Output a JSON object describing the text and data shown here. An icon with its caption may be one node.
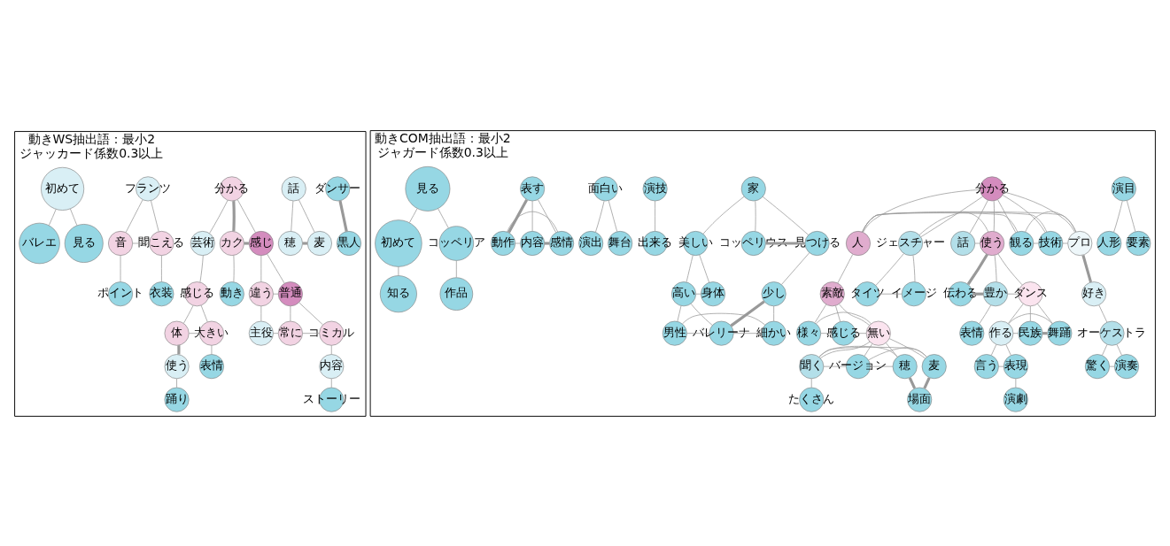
{
  "diagram": {
    "nodes": [
      {
        "text": [
          "動きWS抽出語：最小2",
          "ジャッカード係数0.3以上"
        ]
      },
      {
        "text": [
          "動きCOM抽出語：最小2",
          "ジャガード係数0.3以上"
        ]
      },
      {
        "text": [
          "使う"
        ],
        "in": 0
      },
      {
        "text": [
          "踊り"
        ],
        "in": 0
      },
      {
        "text": [
          "体"
        ],
        "in": 0
      },
      {
        "text": [
          "感じる"
        ],
        "in": 0
      },
      {
        "text": [
          "芸術"
        ],
        "in": 0
      },
      {
        "text": [
          "大きい"
        ],
        "in": 0
      },
      {
        "text": [
          "表情"
        ],
        "in": 0
      },
      {
        "text": [
          "ダンサー"
        ],
        "in": 0
      },
      {
        "text": [
          "黒人"
        ],
        "in": 0
      },
      {
        "text": [
          "話"
        ],
        "in": 0
      },
      {
        "text": [
          "穂"
        ],
        "in": 0
      },
      {
        "text": [
          "麦"
        ],
        "in": 0
      },
      {
        "text": [
          "動き"
        ],
        "in": 0
      },
      {
        "text": [
          "分かる"
        ],
        "in": 0
      },
      {
        "text": [
          "カク"
        ],
        "in": 0
      },
      {
        "text": [
          "感じ"
        ],
        "in": 0
      },
      {
        "text": [
          "違う"
        ],
        "in": 0
      },
      {
        "text": [
          "普通"
        ],
        "in": 0
      },
      {
        "text": [
          "主役"
        ],
        "in": 0
      },
      {
        "text": [
          "常に"
        ],
        "in": 0
      },
      {
        "text": [
          "コミカル"
        ],
        "in": 0
      },
      {
        "text": [
          "内容"
        ],
        "in": 0
      },
      {
        "text": [
          "ストーリー"
        ],
        "in": 0
      },
      {
        "text": [
          "フランツ"
        ],
        "in": 0
      },
      {
        "text": [
          "音"
        ],
        "in": 0
      },
      {
        "text": [
          "聞こえる"
        ],
        "in": 0
      },
      {
        "text": [
          "衣装"
        ],
        "in": 0
      },
      {
        "text": [
          "ポイント"
        ],
        "in": 0
      },
      {
        "text": [
          "バレエ"
        ],
        "in": 0
      },
      {
        "text": [
          "初めて"
        ],
        "in": 0
      },
      {
        "text": [
          "見る"
        ],
        "in": 0
      },
      {
        "text": [
          "人形"
        ],
        "in": 1
      },
      {
        "text": [
          "演目"
        ],
        "in": 1
      },
      {
        "text": [
          "要素"
        ],
        "in": 1
      },
      {
        "text": [
          "タイツ"
        ],
        "in": 1
      },
      {
        "text": [
          "イメージ"
        ],
        "in": 1
      },
      {
        "text": [
          "ジェスチャー"
        ],
        "in": 1
      },
      {
        "text": [
          "話"
        ],
        "in": 1
      },
      {
        "text": [
          "表情"
        ],
        "in": 1
      },
      {
        "text": [
          "伝わる"
        ],
        "in": 1
      },
      {
        "text": [
          "豊か"
        ],
        "in": 1
      },
      {
        "text": [
          "使う"
        ],
        "in": 1
      },
      {
        "text": [
          "分かる"
        ],
        "in": 1
      },
      {
        "text": [
          "観る"
        ],
        "in": 1
      },
      {
        "text": [
          "技術"
        ],
        "in": 1
      },
      {
        "text": [
          "プロ"
        ],
        "in": 1
      },
      {
        "text": [
          "驚く"
        ],
        "in": 1
      },
      {
        "text": [
          "オーケストラ"
        ],
        "in": 1
      },
      {
        "text": [
          "好き"
        ],
        "in": 1
      },
      {
        "text": [
          "演奏"
        ],
        "in": 1
      },
      {
        "text": [
          "人"
        ],
        "in": 1
      },
      {
        "text": [
          "コッペリウス"
        ],
        "in": 1
      },
      {
        "text": [
          "家"
        ],
        "in": 1
      },
      {
        "text": [
          "見つける"
        ],
        "in": 1
      },
      {
        "text": [
          "美しい"
        ],
        "in": 1
      },
      {
        "text": [
          "身体"
        ],
        "in": 1
      },
      {
        "text": [
          "高い"
        ],
        "in": 1
      },
      {
        "text": [
          "少し"
        ],
        "in": 1
      },
      {
        "text": [
          "バレリーナ"
        ],
        "in": 1
      },
      {
        "text": [
          "男性"
        ],
        "in": 1
      },
      {
        "text": [
          "細かい"
        ],
        "in": 1
      },
      {
        "text": [
          "ダンス"
        ],
        "in": 1
      },
      {
        "text": [
          "民族"
        ],
        "in": 1
      },
      {
        "text": [
          "舞踊"
        ],
        "in": 1
      },
      {
        "text": [
          "作る"
        ],
        "in": 1
      },
      {
        "text": [
          "言う"
        ],
        "in": 1
      },
      {
        "text": [
          "表現"
        ],
        "in": 1
      },
      {
        "text": [
          "演劇"
        ],
        "in": 1
      },
      {
        "text": [
          "素敵"
        ],
        "in": 1
      },
      {
        "text": [
          "様々"
        ],
        "in": 1
      },
      {
        "text": [
          "感じる"
        ],
        "in": 1
      },
      {
        "text": [
          "無い"
        ],
        "in": 1
      },
      {
        "text": [
          "たくさん"
        ],
        "in": 1
      },
      {
        "text": [
          "聞く"
        ],
        "in": 1
      },
      {
        "text": [
          "バージョン"
        ],
        "in": 1
      },
      {
        "text": [
          "穂"
        ],
        "in": 1
      },
      {
        "text": [
          "麦"
        ],
        "in": 1
      },
      {
        "text": [
          "場面"
        ],
        "in": 1
      },
      {
        "text": [
          "演技"
        ],
        "in": 1
      },
      {
        "text": [
          "出来る"
        ],
        "in": 1
      },
      {
        "text": [
          "演出"
        ],
        "in": 1
      },
      {
        "text": [
          "面白い"
        ],
        "in": 1
      },
      {
        "text": [
          "舞台"
        ],
        "in": 1
      },
      {
        "text": [
          "表す"
        ],
        "in": 1
      },
      {
        "text": [
          "内容"
        ],
        "in": 1
      },
      {
        "text": [
          "感情"
        ],
        "in": 1
      },
      {
        "text": [
          "動作"
        ],
        "in": 1
      },
      {
        "text": [
          "見る"
        ],
        "in": 1
      },
      {
        "text": [
          "初めて"
        ],
        "in": 1
      },
      {
        "text": [
          "コッペリア"
        ],
        "in": 1
      },
      {
        "text": [
          "作品"
        ],
        "in": 1
      },
      {
        "text": [
          "知る"
        ],
        "in": 1
      }
    ],
    "edges": [
      {
        "from": 2,
        "to": 3,
        "arrow": "none"
      },
      {
        "from": 2,
        "to": 4,
        "arrow": "none",
        "style": "thick"
      },
      {
        "from": 4,
        "to": 5,
        "arrow": "none"
      },
      {
        "from": 4,
        "to": 7,
        "arrow": "none"
      },
      {
        "from": 5,
        "to": 7,
        "arrow": "none"
      },
      {
        "from": 5,
        "to": 6,
        "arrow": "none"
      },
      {
        "from": 6,
        "to": 15,
        "arrow": "none"
      },
      {
        "from": 7,
        "to": 8,
        "arrow": "none"
      },
      {
        "from": 9,
        "to": 10,
        "arrow": "none",
        "style": "thick"
      },
      {
        "from": 11,
        "to": 12,
        "arrow": "none"
      },
      {
        "from": 11,
        "to": 13,
        "arrow": "none"
      },
      {
        "from": 12,
        "to": 13,
        "arrow": "none",
        "style": "thick"
      },
      {
        "from": 14,
        "to": 16,
        "arrow": "none"
      },
      {
        "from": 16,
        "to": 15,
        "arrow": "none",
        "style": "thick"
      },
      {
        "from": 15,
        "to": 17,
        "arrow": "none"
      },
      {
        "from": 16,
        "to": 17,
        "arrow": "none",
        "style": "thick"
      },
      {
        "from": 17,
        "to": 18,
        "arrow": "none"
      },
      {
        "from": 17,
        "to": 19,
        "arrow": "none"
      },
      {
        "from": 18,
        "to": 19,
        "arrow": "none"
      },
      {
        "from": 18,
        "to": 20,
        "arrow": "none"
      },
      {
        "from": 20,
        "to": 21,
        "arrow": "none"
      },
      {
        "from": 19,
        "to": 21,
        "arrow": "none"
      },
      {
        "from": 19,
        "to": 22,
        "arrow": "none"
      },
      {
        "from": 21,
        "to": 22,
        "arrow": "none"
      },
      {
        "from": 22,
        "to": 23,
        "arrow": "none"
      },
      {
        "from": 23,
        "to": 24,
        "arrow": "none"
      },
      {
        "from": 25,
        "to": 26,
        "arrow": "none"
      },
      {
        "from": 25,
        "to": 27,
        "arrow": "none"
      },
      {
        "from": 26,
        "to": 27,
        "arrow": "none"
      },
      {
        "from": 27,
        "to": 28,
        "arrow": "none"
      },
      {
        "from": 26,
        "to": 29,
        "arrow": "none"
      },
      {
        "from": 30,
        "to": 31,
        "arrow": "none"
      },
      {
        "from": 31,
        "to": 32,
        "arrow": "none"
      },
      {
        "from": 33,
        "to": 34,
        "arrow": "none"
      },
      {
        "from": 34,
        "to": 35,
        "arrow": "none"
      },
      {
        "from": 36,
        "to": 37,
        "arrow": "none"
      },
      {
        "from": 36,
        "to": 38,
        "arrow": "none"
      },
      {
        "from": 37,
        "to": 38,
        "arrow": "none"
      },
      {
        "from": 38,
        "to": 43,
        "arrow": "none"
      },
      {
        "from": 39,
        "to": 43,
        "arrow": "none"
      },
      {
        "from": 38,
        "to": 44,
        "arrow": "none"
      },
      {
        "from": 39,
        "to": 44,
        "arrow": "none"
      },
      {
        "from": 41,
        "to": 42,
        "arrow": "none",
        "style": "thick"
      },
      {
        "from": 41,
        "to": 43,
        "arrow": "none",
        "style": "thick"
      },
      {
        "from": 42,
        "to": 43,
        "arrow": "none"
      },
      {
        "from": 40,
        "to": 42,
        "arrow": "none"
      },
      {
        "from": 42,
        "to": 63,
        "arrow": "none"
      },
      {
        "from": 43,
        "to": 44,
        "arrow": "none"
      },
      {
        "from": 43,
        "to": 63,
        "arrow": "none"
      },
      {
        "from": 44,
        "to": 45,
        "arrow": "none"
      },
      {
        "from": 44,
        "to": 46,
        "arrow": "none"
      },
      {
        "from": 44,
        "to": 47,
        "arrow": "none"
      },
      {
        "from": 44,
        "to": 52,
        "arrow": "none"
      },
      {
        "from": 46,
        "to": 52,
        "arrow": "none"
      },
      {
        "from": 45,
        "to": 52,
        "arrow": "none"
      },
      {
        "from": 45,
        "to": 46,
        "arrow": "none"
      },
      {
        "from": 45,
        "to": 47,
        "arrow": "none"
      },
      {
        "from": 46,
        "to": 47,
        "arrow": "none"
      },
      {
        "from": 47,
        "to": 52,
        "arrow": "none"
      },
      {
        "from": 47,
        "to": 50,
        "arrow": "none",
        "style": "thick"
      },
      {
        "from": 50,
        "to": 49,
        "arrow": "none"
      },
      {
        "from": 49,
        "to": 48,
        "arrow": "none"
      },
      {
        "from": 48,
        "to": 51,
        "arrow": "none"
      },
      {
        "from": 49,
        "to": 51,
        "arrow": "none"
      },
      {
        "from": 52,
        "to": 70,
        "arrow": "none"
      },
      {
        "from": 53,
        "to": 54,
        "arrow": "none"
      },
      {
        "from": 53,
        "to": 55,
        "arrow": "none",
        "style": "thick"
      },
      {
        "from": 54,
        "to": 55,
        "arrow": "none"
      },
      {
        "from": 54,
        "to": 56,
        "arrow": "none"
      },
      {
        "from": 56,
        "to": 57,
        "arrow": "none"
      },
      {
        "from": 56,
        "to": 58,
        "arrow": "none"
      },
      {
        "from": 57,
        "to": 58,
        "arrow": "none"
      },
      {
        "from": 58,
        "to": 60,
        "arrow": "none"
      },
      {
        "from": 58,
        "to": 61,
        "arrow": "none"
      },
      {
        "from": 55,
        "to": 59,
        "arrow": "none"
      },
      {
        "from": 59,
        "to": 60,
        "arrow": "none",
        "style": "thick"
      },
      {
        "from": 60,
        "to": 62,
        "arrow": "none"
      },
      {
        "from": 61,
        "to": 62,
        "arrow": "none"
      },
      {
        "from": 59,
        "to": 62,
        "arrow": "none"
      },
      {
        "from": 60,
        "to": 61,
        "arrow": "none"
      },
      {
        "from": 63,
        "to": 64,
        "arrow": "none"
      },
      {
        "from": 63,
        "to": 65,
        "arrow": "none"
      },
      {
        "from": 63,
        "to": 66,
        "arrow": "none"
      },
      {
        "from": 64,
        "to": 65,
        "arrow": "none",
        "style": "thick"
      },
      {
        "from": 64,
        "to": 66,
        "arrow": "none"
      },
      {
        "from": 65,
        "to": 66,
        "arrow": "none"
      },
      {
        "from": 66,
        "to": 67,
        "arrow": "none"
      },
      {
        "from": 66,
        "to": 68,
        "arrow": "none"
      },
      {
        "from": 67,
        "to": 68,
        "arrow": "none"
      },
      {
        "from": 68,
        "to": 69,
        "arrow": "none"
      },
      {
        "from": 70,
        "to": 71,
        "arrow": "none"
      },
      {
        "from": 70,
        "to": 72,
        "arrow": "none"
      },
      {
        "from": 70,
        "to": 73,
        "arrow": "none"
      },
      {
        "from": 71,
        "to": 72,
        "arrow": "none"
      },
      {
        "from": 71,
        "to": 73,
        "arrow": "none"
      },
      {
        "from": 72,
        "to": 73,
        "arrow": "none"
      },
      {
        "from": 73,
        "to": 75,
        "arrow": "none"
      },
      {
        "from": 73,
        "to": 76,
        "arrow": "none"
      },
      {
        "from": 73,
        "to": 77,
        "arrow": "none"
      },
      {
        "from": 73,
        "to": 78,
        "arrow": "none"
      },
      {
        "from": 75,
        "to": 74,
        "arrow": "none"
      },
      {
        "from": 75,
        "to": 77,
        "arrow": "none"
      },
      {
        "from": 75,
        "to": 78,
        "arrow": "none"
      },
      {
        "from": 75,
        "to": 76,
        "arrow": "none"
      },
      {
        "from": 77,
        "to": 76,
        "arrow": "none"
      },
      {
        "from": 78,
        "to": 76,
        "arrow": "none"
      },
      {
        "from": 77,
        "to": 79,
        "arrow": "none",
        "style": "thick"
      },
      {
        "from": 78,
        "to": 79,
        "arrow": "none",
        "style": "thick"
      },
      {
        "from": 80,
        "to": 81,
        "arrow": "none"
      },
      {
        "from": 82,
        "to": 83,
        "arrow": "none"
      },
      {
        "from": 83,
        "to": 84,
        "arrow": "none"
      },
      {
        "from": 85,
        "to": 86,
        "arrow": "none"
      },
      {
        "from": 85,
        "to": 87,
        "arrow": "none"
      },
      {
        "from": 85,
        "to": 88,
        "arrow": "none",
        "style": "thick"
      },
      {
        "from": 86,
        "to": 87,
        "arrow": "none",
        "style": "thick"
      },
      {
        "from": 86,
        "to": 88,
        "arrow": "none"
      },
      {
        "from": 87,
        "to": 88,
        "arrow": "none"
      },
      {
        "from": 89,
        "to": 90,
        "arrow": "none"
      },
      {
        "from": 89,
        "to": 91,
        "arrow": "none"
      },
      {
        "from": 90,
        "to": 93,
        "arrow": "none"
      },
      {
        "from": 91,
        "to": 92,
        "arrow": "none"
      }
    ]
  }
}
